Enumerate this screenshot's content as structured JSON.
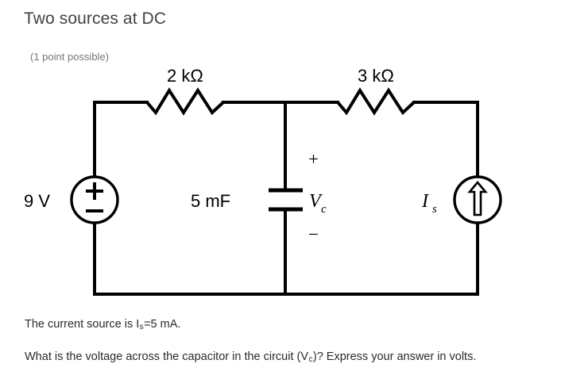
{
  "header": {
    "title": "Two sources at DC",
    "points_note": "(1 point possible)"
  },
  "circuit": {
    "name": "dc-circuit-two-sources",
    "voltage_source": {
      "label": "9 V",
      "plus_sign": "+",
      "minus_sign": "−",
      "icon": "voltage-source-icon"
    },
    "resistor_left": {
      "label": "2 kΩ",
      "icon": "resistor-icon"
    },
    "resistor_right": {
      "label": "3 kΩ",
      "icon": "resistor-icon"
    },
    "capacitor": {
      "label": "5 mF",
      "icon": "capacitor-icon",
      "voltage_label_main": "V",
      "voltage_label_sub": "c",
      "plus_sign": "+",
      "minus_sign": "−"
    },
    "current_source": {
      "label_main": "I",
      "label_sub": "s",
      "icon": "current-source-icon",
      "arrow_direction": "up"
    },
    "wire_color": "#000000"
  },
  "prompt": {
    "line1_prefix": "The current source is I",
    "line1_sub": "s",
    "line1_suffix": "=5 mA.",
    "line2_prefix": "What is the voltage across the capacitor in the circuit (V",
    "line2_sub": "c",
    "line2_suffix": ")? Express your answer in volts."
  },
  "colors": {
    "title": "#3d444b",
    "note": "#767676",
    "body": "#2b2b2b",
    "background": "#ffffff"
  }
}
